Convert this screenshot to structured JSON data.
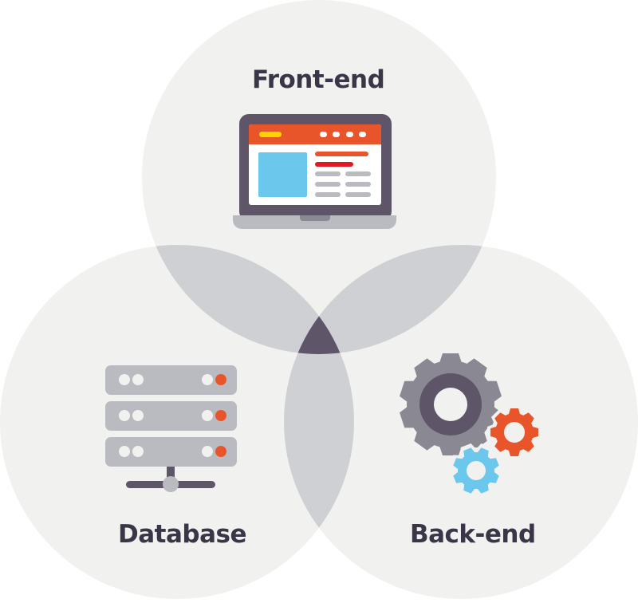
{
  "diagram": {
    "type": "venn",
    "sets": [
      {
        "id": "front",
        "label": "Front-end",
        "icon": "laptop-icon"
      },
      {
        "id": "database",
        "label": "Database",
        "icon": "server-icon"
      },
      {
        "id": "back",
        "label": "Back-end",
        "icon": "gears-icon"
      }
    ],
    "colors": {
      "circle": "#f1f1f0",
      "pair_overlap": "#cfd0d3",
      "triple_overlap": "#5e5569",
      "text": "#3b3647",
      "orange": "#e9552b",
      "red": "#e01a24",
      "yellow": "#ffd400",
      "blue": "#6cc7ec",
      "dark": "#5e5569",
      "gray": "#b9bbc1",
      "gear_gray": "#8a8893"
    }
  }
}
